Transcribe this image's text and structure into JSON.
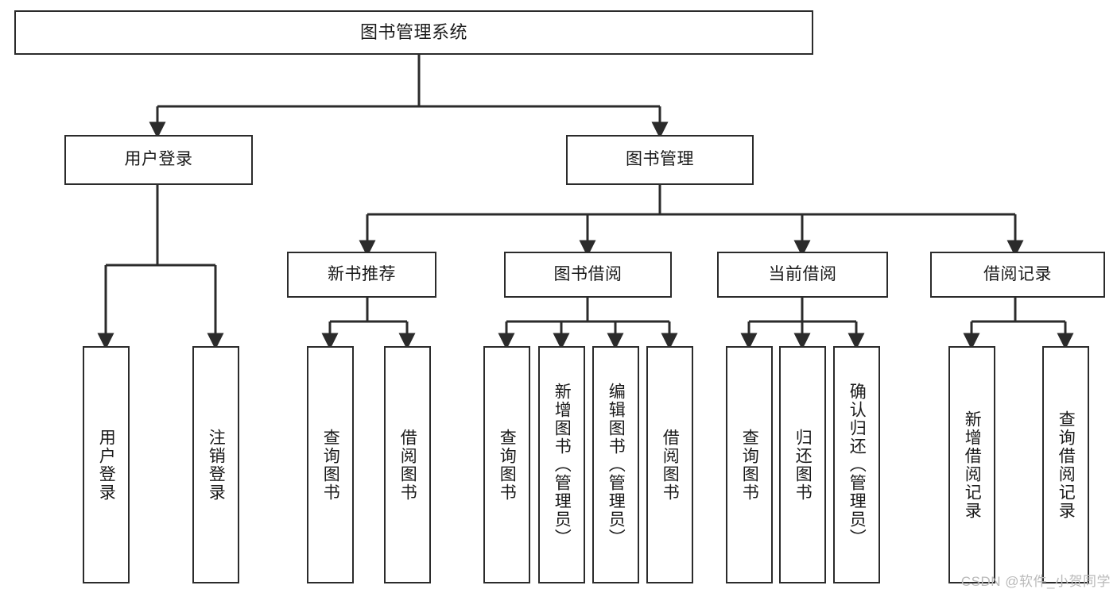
{
  "diagram": {
    "title": "图书管理系统",
    "watermark": "CSDN @软件_小贺同学",
    "edge_color": "#2b2b2b",
    "box_border_color": "#2b2b2b",
    "background": "#ffffff",
    "levels": {
      "root": {
        "label": "图书管理系统"
      },
      "level2": [
        {
          "label": "用户登录"
        },
        {
          "label": "图书管理"
        }
      ],
      "level3": [
        {
          "label": "新书推荐"
        },
        {
          "label": "图书借阅"
        },
        {
          "label": "当前借阅"
        },
        {
          "label": "借阅记录"
        }
      ],
      "leaves": {
        "user_login": [
          {
            "label": "用户登录"
          },
          {
            "label": "注销登录"
          }
        ],
        "new_book_recommend": [
          {
            "label": "查询图书"
          },
          {
            "label": "借阅图书"
          }
        ],
        "book_borrow": [
          {
            "label": "查询图书"
          },
          {
            "label": "新增图书（管理员）"
          },
          {
            "label": "编辑图书（管理员）"
          },
          {
            "label": "借阅图书"
          }
        ],
        "current_borrow": [
          {
            "label": "查询图书"
          },
          {
            "label": "归还图书"
          },
          {
            "label": "确认归还（管理员）"
          }
        ],
        "borrow_record": [
          {
            "label": "新增借阅记录"
          },
          {
            "label": "查询借阅记录"
          }
        ]
      }
    }
  }
}
